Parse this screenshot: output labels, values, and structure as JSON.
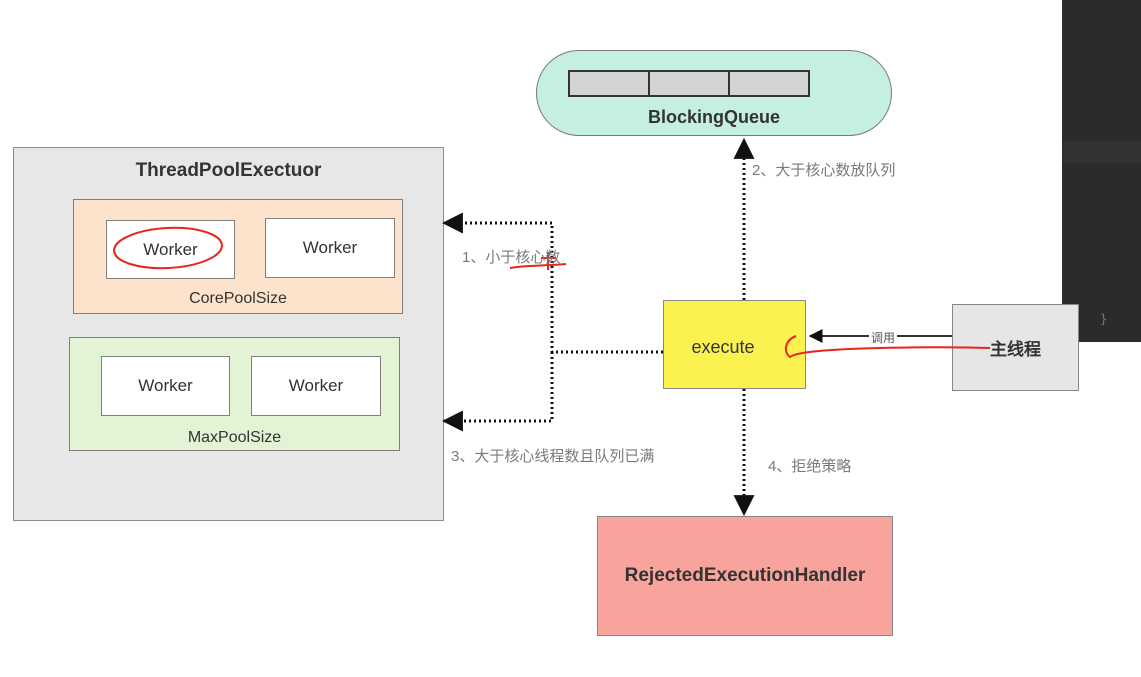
{
  "executor": {
    "title": "ThreadPoolExectuor",
    "core_pool": {
      "label": "CorePoolSize",
      "workers": [
        "Worker",
        "Worker"
      ]
    },
    "max_pool": {
      "label": "MaxPoolSize",
      "workers": [
        "Worker",
        "Worker"
      ]
    }
  },
  "queue": {
    "title": "BlockingQueue",
    "slot_count": 3
  },
  "execute": {
    "label": "execute"
  },
  "main_thread": {
    "label": "主线程"
  },
  "rejected": {
    "label": "RejectedExecutionHandler"
  },
  "edges": {
    "less_than_core": "1、小于核心数",
    "greater_than_core_queue": "2、大于核心数放队列",
    "greater_than_core_queue_full": "3、大于核心线程数且队列已满",
    "reject_policy": "4、拒绝策略",
    "invoke": "调用"
  },
  "colors": {
    "core_pool": "#fde2cc",
    "max_pool": "#e2f4d5",
    "queue": "#c6efe4",
    "execute": "#fbf250",
    "rejected": "#f8a39c",
    "annotation": "#e8271b"
  }
}
